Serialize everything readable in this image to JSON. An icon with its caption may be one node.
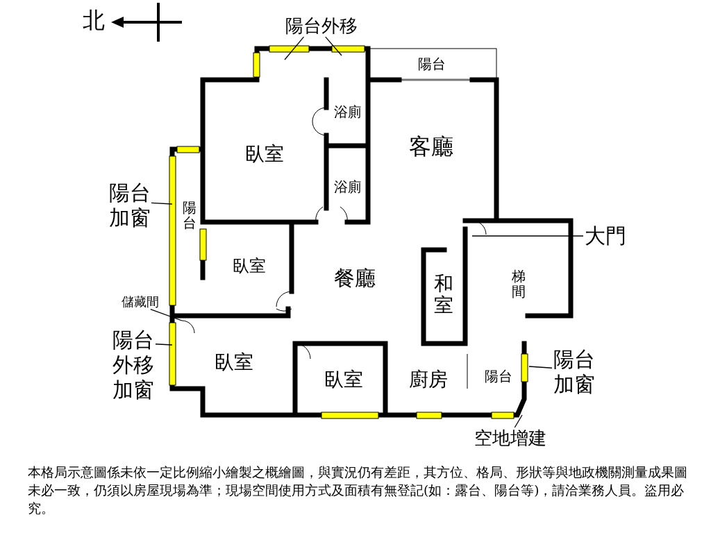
{
  "diagram": {
    "caption": "本格局示意圖係未依一定比例縮小繪製之概繪圖，與實況仍有差距，其方位、格局、形狀等與地政機關測量成果圖未必一致，仍須以房屋現場為準；現場空間使用方式及面積有無登記(如：露台、陽台等)，請洽業務人員。盜用必究。",
    "nodes": [
      {
        "text": [
          "陽台外移"
        ]
      },
      {
        "text": [
          "大門"
        ]
      },
      {
        "text": [
          "陽台加窗"
        ]
      },
      {
        "text": [
          "儲藏間"
        ]
      },
      {
        "text": [
          "陽台外移加窗"
        ]
      },
      {
        "text": [
          "陽台加窗"
        ]
      },
      {
        "text": [
          "空地增建"
        ]
      }
    ],
    "edges": [
      {
        "from": 0,
        "to": null,
        "arrow": "none"
      },
      {
        "from": 0,
        "to": null,
        "arrow": "none"
      },
      {
        "from": 1,
        "to": null,
        "arrow": "none"
      },
      {
        "from": 2,
        "to": null,
        "arrow": "none"
      },
      {
        "from": 3,
        "to": null,
        "arrow": "none"
      },
      {
        "from": 4,
        "to": null,
        "arrow": "none"
      },
      {
        "from": 5,
        "to": null,
        "arrow": "none"
      },
      {
        "from": 6,
        "to": null,
        "arrow": "none"
      }
    ],
    "labels": [
      "北",
      "陽台",
      "浴廁",
      "臥室",
      "客廳",
      "浴廁",
      "陽台",
      "臥室",
      "餐廳",
      "和室",
      "梯間",
      "臥室",
      "臥室",
      "廚房",
      "陽台"
    ]
  }
}
